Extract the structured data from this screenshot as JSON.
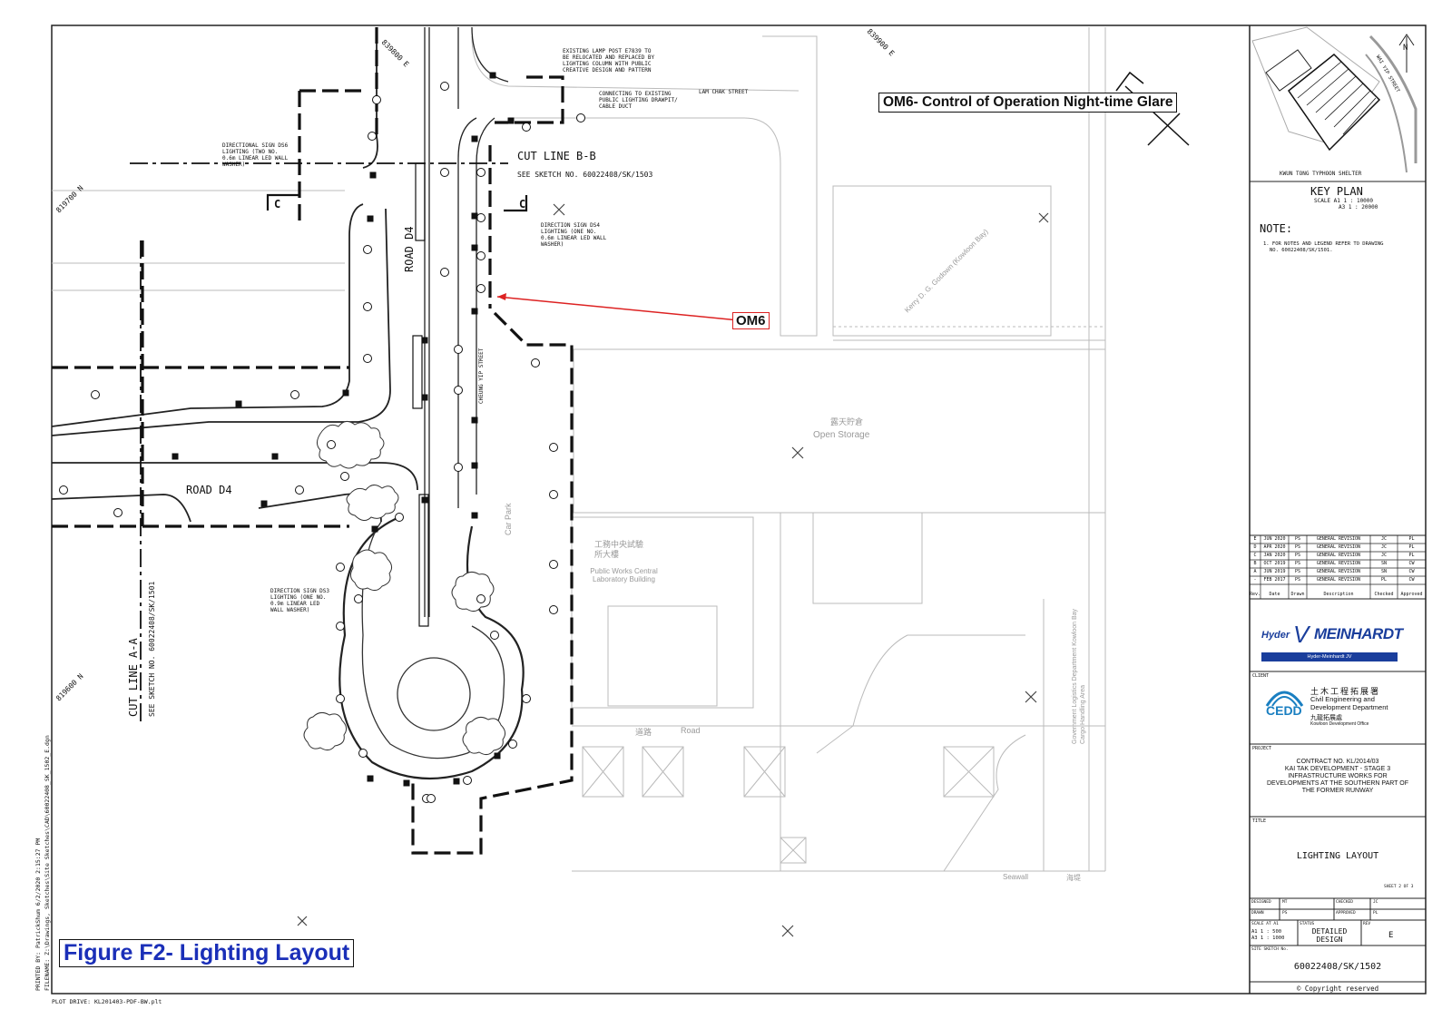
{
  "annotations": {
    "glare_title": "OM6- Control of Operation Night-time Glare",
    "om6_label": "OM6",
    "figure_title": "Figure F2- Lighting Layout"
  },
  "plan": {
    "grid_819700": "819700 N",
    "grid_819600": "819600 N",
    "grid_839800": "839800 E",
    "grid_839900": "839900 E",
    "cut_line_aa": "CUT LINE A-A",
    "sketch_aa": "SEE SKETCH NO. 60022408/SK/1501",
    "cut_line_bb": "CUT LINE B-B",
    "sketch_bb": "SEE SKETCH NO. 60022408/SK/1503",
    "road_d4_v": "ROAD D4",
    "road_d4_h": "ROAD D4",
    "cheung_yip_street": "CHEUNG YIP STREET",
    "lam_chak_street": "LAM CHAK STREET",
    "section_c1": "C",
    "section_c2": "C",
    "note_lamp_post": [
      "EXISTING LAMP POST E7839 TO",
      "BE RELOCATED AND REPLACED BY",
      "LIGHTING COLUMN WITH PUBLIC",
      "CREATIVE DESIGN AND PATTERN"
    ],
    "note_connecting": [
      "CONNECTING TO EXISTING",
      "PUBLIC LIGHTING DRAWPIT/",
      "CABLE DUCT"
    ],
    "note_ds6": [
      "DIRECTIONAL SIGN DS6",
      "LIGHTING (TWO NO.",
      "0.6m LINEAR LED WALL",
      "WASHER)"
    ],
    "note_ds4": [
      "DIRECTION SIGN DS4",
      "LIGHTING (ONE NO.",
      "0.6m LINEAR LED WALL",
      "WASHER)"
    ],
    "note_ds3": [
      "DIRECTION SIGN DS3",
      "LIGHTING (ONE NO.",
      "0.9m LINEAR LED",
      "WALL WASHER)"
    ],
    "open_storage_cn": "露天貯倉",
    "open_storage": "Open Storage",
    "car_park": "Car Park",
    "road": "Road",
    "road_cn": "道路",
    "seawall": "Seawall",
    "seawall_cn": "海堤",
    "lab_cn": "工務中央試驗所大樓",
    "lab_en": "Public Works Central Laboratory Building",
    "kerry": "Kerry D. G. Godown (Kowloon Bay)",
    "govt_logistics": "Government Logistics Department Kowloon Bay Cargo Handling Area",
    "plot_drive": "PLOT DRIVE:  KL201403-PDF-BW.plt",
    "printed_by": "PRINTED BY: PatrickShum   6/2/2020   2:15:27 PM",
    "filename": "FILENAME: Z:\\Drawings, Sketches\\Site Sketches\\CAD\\60022408_SK_1502_E.dgn"
  },
  "title_block": {
    "key_plan_caption": "KWUN TONG TYPHOON SHELTER",
    "wai_yip_street": "WAI YIP STREET",
    "north": "N",
    "key_plan": "KEY PLAN",
    "key_scale_1": "SCALE A1 1 : 10000",
    "key_scale_2": "A3 1 : 20000",
    "note_heading": "NOTE:",
    "note_1": "1. FOR NOTES AND LEGEND REFER TO DRAWING",
    "note_1b": "NO. 60022408/SK/1501.",
    "revisions": [
      {
        "rev": "E",
        "date": "JUN 2020",
        "drawn": "PS",
        "desc": "GENERAL REVISION",
        "checked": "JC",
        "approved": "PL"
      },
      {
        "rev": "D",
        "date": "APR 2020",
        "drawn": "PS",
        "desc": "GENERAL REVISION",
        "checked": "JC",
        "approved": "PL"
      },
      {
        "rev": "C",
        "date": "JAN 2020",
        "drawn": "PS",
        "desc": "GENERAL REVISION",
        "checked": "JC",
        "approved": "PL"
      },
      {
        "rev": "B",
        "date": "OCT 2019",
        "drawn": "PS",
        "desc": "GENERAL REVISION",
        "checked": "SN",
        "approved": "CW"
      },
      {
        "rev": "A",
        "date": "JUN 2019",
        "drawn": "PS",
        "desc": "GENERAL REVISION",
        "checked": "SN",
        "approved": "CW"
      },
      {
        "rev": "-",
        "date": "FEB 2017",
        "drawn": "PS",
        "desc": "GENERAL REVISION",
        "checked": "PL",
        "approved": "CW"
      }
    ],
    "rev_headers": [
      "Rev.",
      "Date",
      "Drawn",
      "Description",
      "Checked",
      "Approved"
    ],
    "logo_hyder": "Hyder",
    "logo_meinhardt": "MEINHARDT",
    "logo_jv": "Hyder-Meinhardt JV",
    "client_label": "CLIENT",
    "cedd": "CEDD",
    "cedd_cn": "土木工程拓展署",
    "cedd_en1": "Civil Engineering and",
    "cedd_en2": "Development Department",
    "kdo_cn": "九龍拓展處",
    "kdo_en": "Kowloon Development Office",
    "project_label": "PROJECT",
    "project_lines": [
      "CONTRACT NO. KL/2014/03",
      "KAI TAK DEVELOPMENT - STAGE 3",
      "INFRASTRUCTURE WORKS FOR",
      "DEVELOPMENTS AT THE SOUTHERN PART OF",
      "THE FORMER RUNWAY"
    ],
    "title_label": "TITLE",
    "drawing_title": "LIGHTING LAYOUT",
    "sheet": "SHEET 2 OF 3",
    "designed_label": "DESIGNED",
    "designed": "MT",
    "checked_label": "CHECKED",
    "checked": "JC",
    "drawn_label": "DRAWN",
    "drawn": "PS",
    "approved_label": "APPROVED",
    "approved": "PL",
    "scale_label": "SCALE AT A1",
    "scale_1": "A1 1 : 500",
    "scale_2": "A3 1 : 1000",
    "status_label": "STATUS",
    "status": "DETAILED DESIGN",
    "rev_label": "REV",
    "rev": "E",
    "sketch_no_label": "SITE SKETCH No.",
    "sketch_no": "60022408/SK/1502",
    "copyright": "© Copyright reserved"
  }
}
